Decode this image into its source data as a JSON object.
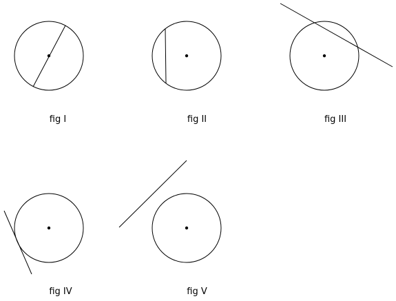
{
  "figures": [
    {
      "id": "fig-1",
      "caption": "fig I",
      "kind": "diameter"
    },
    {
      "id": "fig-2",
      "caption": "fig II",
      "kind": "chord"
    },
    {
      "id": "fig-3",
      "caption": "fig III",
      "kind": "secant"
    },
    {
      "id": "fig-4",
      "caption": "fig IV",
      "kind": "tangent"
    },
    {
      "id": "fig-5",
      "caption": "fig V",
      "kind": "non-intersecting line"
    }
  ],
  "colors": {
    "stroke": "#000000",
    "background": "#ffffff"
  }
}
